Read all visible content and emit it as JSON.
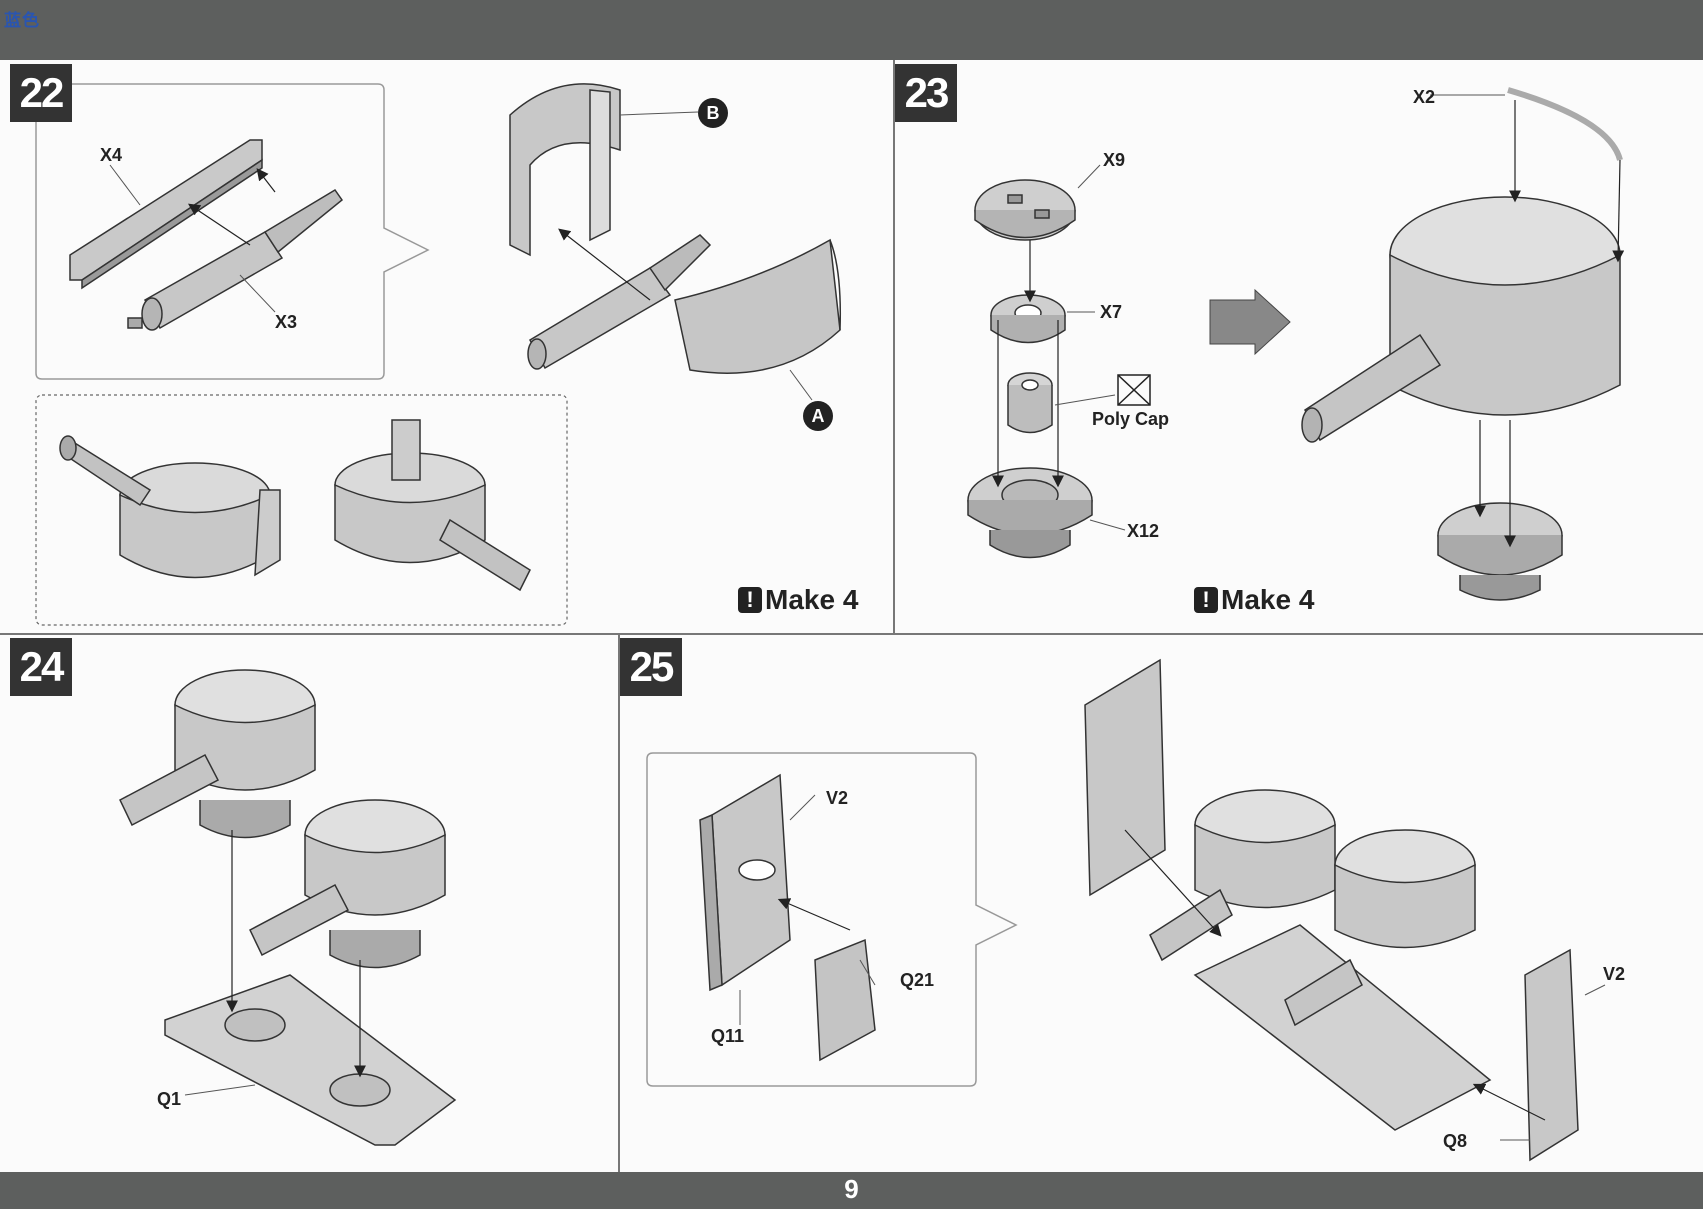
{
  "page": {
    "number": "9"
  },
  "logo": {
    "main": "蓝色",
    "sub": "..."
  },
  "steps": [
    {
      "number": "22",
      "make": "Make 4",
      "parts": {
        "x4": "X4",
        "x3": "X3",
        "a": "A",
        "b": "B"
      }
    },
    {
      "number": "23",
      "make": "Make 4",
      "parts": {
        "x9": "X9",
        "x7": "X7",
        "x12": "X12",
        "x2": "X2",
        "polycap": "Poly Cap"
      }
    },
    {
      "number": "24",
      "parts": {
        "q1": "Q1"
      }
    },
    {
      "number": "25",
      "parts": {
        "v2a": "V2",
        "q21": "Q21",
        "q11": "Q11",
        "v2b": "V2",
        "q8": "Q8"
      }
    }
  ]
}
